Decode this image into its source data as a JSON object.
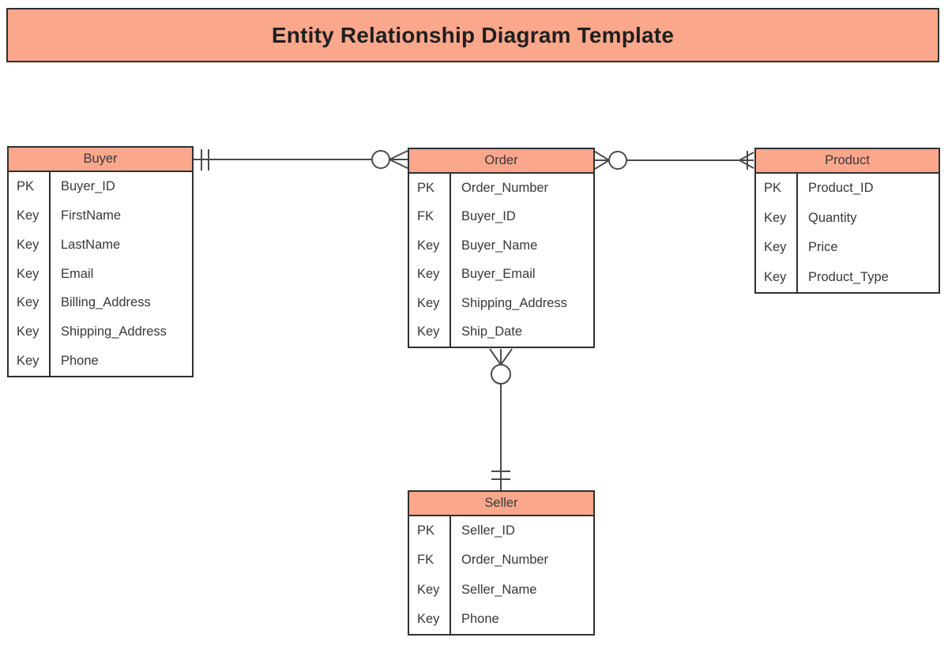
{
  "title": "Entity Relationship Diagram Template",
  "colors": {
    "header_fill": "#FBA78C",
    "shape_border": "#303030",
    "connector": "#4A4A4A",
    "text": "#383838",
    "title_text": "#1F1F1F",
    "background": "#FFFFFF"
  },
  "entities": {
    "buyer": {
      "name": "Buyer",
      "rows": [
        {
          "key": "PK",
          "attr": "Buyer_ID"
        },
        {
          "key": "Key",
          "attr": "FirstName"
        },
        {
          "key": "Key",
          "attr": "LastName"
        },
        {
          "key": "Key",
          "attr": "Email"
        },
        {
          "key": "Key",
          "attr": "Billing_Address"
        },
        {
          "key": "Key",
          "attr": "Shipping_Address"
        },
        {
          "key": "Key",
          "attr": "Phone"
        }
      ]
    },
    "order": {
      "name": "Order",
      "rows": [
        {
          "key": "PK",
          "attr": "Order_Number"
        },
        {
          "key": "FK",
          "attr": "Buyer_ID"
        },
        {
          "key": "Key",
          "attr": "Buyer_Name"
        },
        {
          "key": "Key",
          "attr": "Buyer_Email"
        },
        {
          "key": "Key",
          "attr": "Shipping_Address"
        },
        {
          "key": "Key",
          "attr": "Ship_Date"
        }
      ]
    },
    "product": {
      "name": "Product",
      "rows": [
        {
          "key": "PK",
          "attr": "Product_ID"
        },
        {
          "key": "Key",
          "attr": "Quantity"
        },
        {
          "key": "Key",
          "attr": "Price"
        },
        {
          "key": "Key",
          "attr": "Product_Type"
        }
      ]
    },
    "seller": {
      "name": "Seller",
      "rows": [
        {
          "key": "PK",
          "attr": "Seller_ID"
        },
        {
          "key": "FK",
          "attr": "Order_Number"
        },
        {
          "key": "Key",
          "attr": "Seller_Name"
        },
        {
          "key": "Key",
          "attr": "Phone"
        }
      ]
    }
  },
  "relationships": [
    {
      "from": "Buyer",
      "to": "Order",
      "from_cardinality": "one-and-only-one",
      "to_cardinality": "zero-or-many"
    },
    {
      "from": "Order",
      "to": "Product",
      "from_cardinality": "zero-or-many",
      "to_cardinality": "one-or-many"
    },
    {
      "from": "Order",
      "to": "Seller",
      "from_cardinality": "zero-or-many",
      "to_cardinality": "one-and-only-one"
    }
  ]
}
